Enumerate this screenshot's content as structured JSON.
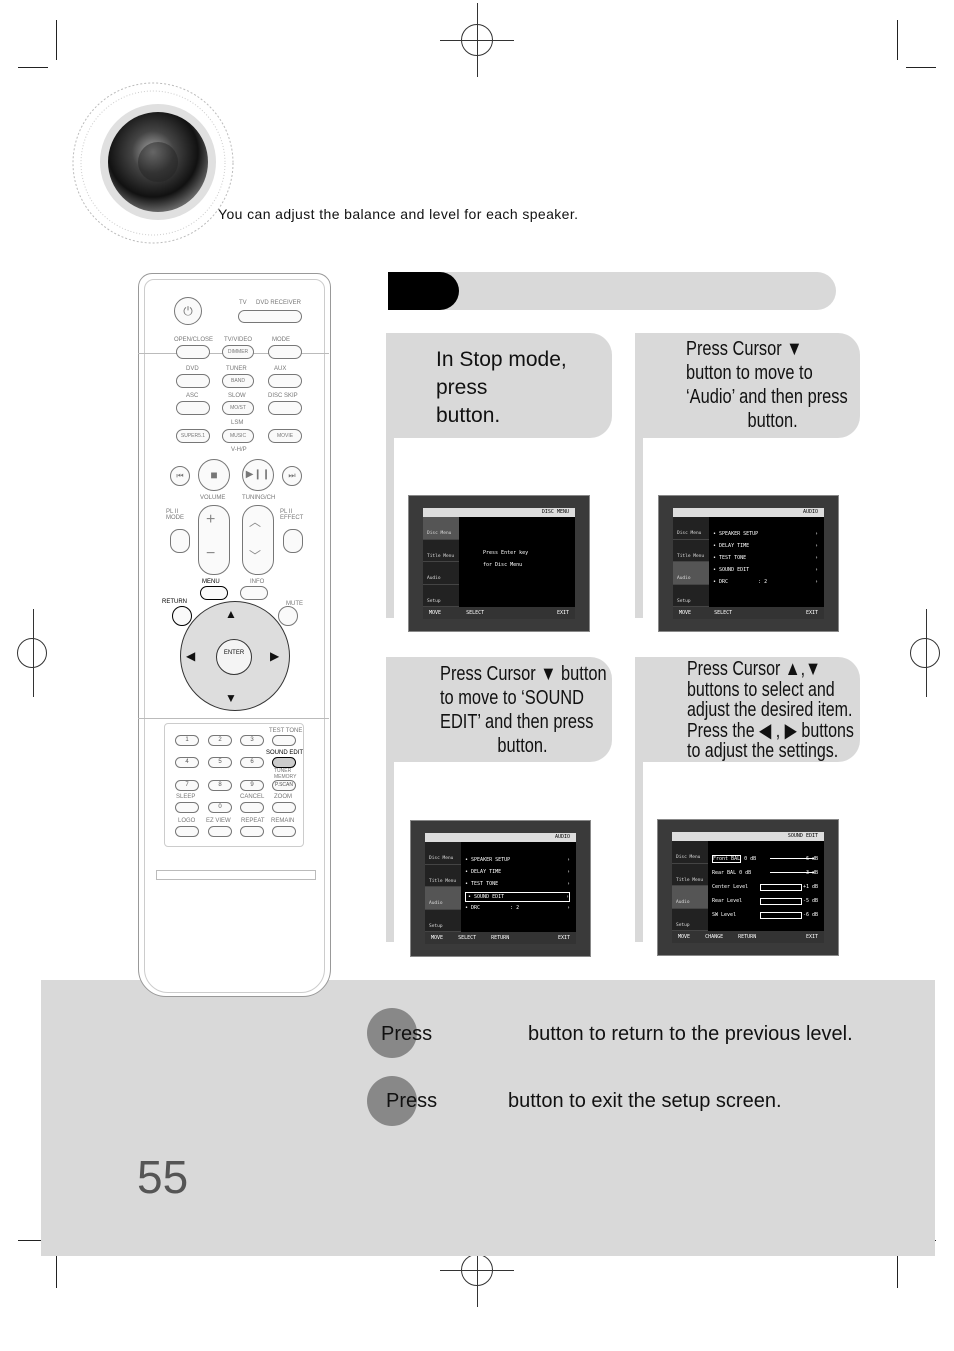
{
  "intro": {
    "text": "You can adjust the balance and level for each speaker."
  },
  "steps": [
    {
      "lines": [
        "In Stop mode,",
        "press",
        "button."
      ]
    },
    {
      "lines": [
        "Press Cursor ▼",
        "button to move to",
        "‘Audio’ and then press",
        "button."
      ]
    },
    {
      "lines": [
        "Press Cursor ▼ button",
        "to move to ‘SOUND",
        "EDIT’ and then press",
        "button."
      ]
    },
    {
      "lines": [
        "Press Cursor  ▲,▼",
        "buttons to select and",
        "adjust the desired item.",
        "Press the  ◀ , ▶  buttons",
        "to adjust the settings."
      ]
    }
  ],
  "screens": {
    "disc": {
      "title": "DISC MENU",
      "side": [
        "Disc Menu",
        "Title Menu",
        "Audio",
        "Setup"
      ],
      "message": [
        "Press Enter key",
        "for Disc Menu"
      ],
      "footer": [
        "MOVE",
        "SELECT",
        "EXIT"
      ]
    },
    "audio": {
      "title": "AUDIO",
      "side": [
        "Disc Menu",
        "Title Menu",
        "Audio",
        "Setup"
      ],
      "items": [
        "SPEAKER SETUP",
        "DELAY TIME",
        "TEST TONE",
        "SOUND EDIT",
        "DRC"
      ],
      "drc_value": ": 2",
      "footer": [
        "MOVE",
        "SELECT",
        "EXIT"
      ]
    },
    "audio2": {
      "title": "AUDIO",
      "side": [
        "Disc Menu",
        "Title Menu",
        "Audio",
        "Setup"
      ],
      "items": [
        "SPEAKER SETUP",
        "DELAY TIME",
        "TEST TONE",
        "SOUND EDIT",
        "DRC"
      ],
      "drc_value": ": 2",
      "footer": [
        "MOVE",
        "SELECT",
        "RETURN",
        "EXIT"
      ]
    },
    "sound": {
      "title": "SOUND EDIT",
      "side": [
        "Disc Menu",
        "Title Menu",
        "Audio",
        "Setup"
      ],
      "items": [
        {
          "label": "Front BAL",
          "val": "0 dB",
          "right": "-6 dB"
        },
        {
          "label": "Rear BAL",
          "val": "0 dB",
          "right": "-3 dB"
        },
        {
          "label": "Center Level",
          "val": "",
          "right": "+1 dB"
        },
        {
          "label": "Rear Level",
          "val": "",
          "right": "-5 dB"
        },
        {
          "label": "SW  Level",
          "val": "",
          "right": "-6 dB"
        }
      ],
      "footer": [
        "MOVE",
        "CHANGE",
        "RETURN",
        "EXIT"
      ]
    }
  },
  "notes": [
    {
      "press": "Press",
      "text": "button to return to the previous level."
    },
    {
      "press": "Press",
      "text": "button to exit the setup screen."
    }
  ],
  "page_number": "55",
  "remote": {
    "labels": [
      "TV",
      "DVD RECEIVER",
      "OPEN/CLOSE",
      "TV/VIDEO",
      "MODE",
      "DIMMER",
      "DVD",
      "TUNER",
      "AUX",
      "BAND",
      "ASC",
      "SLOW",
      "DISC SKIP",
      "MO/ST",
      "LSM",
      "SUPER5.1",
      "MUSIC",
      "MOVIE",
      "V-H/P",
      "VOLUME",
      "TUNING/CH",
      "PL II MODE",
      "PL II EFFECT",
      "MENU",
      "INFO",
      "RETURN",
      "MUTE",
      "ENTER",
      "TEST TONE",
      "SOUND EDIT",
      "TUNER MEMORY",
      "P.SCAN",
      "SLEEP",
      "CANCEL",
      "ZOOM",
      "LOGO",
      "EZ VIEW",
      "REPEAT",
      "REMAIN"
    ],
    "digits": [
      "1",
      "2",
      "3",
      "4",
      "5",
      "6",
      "7",
      "8",
      "9",
      "0"
    ]
  }
}
